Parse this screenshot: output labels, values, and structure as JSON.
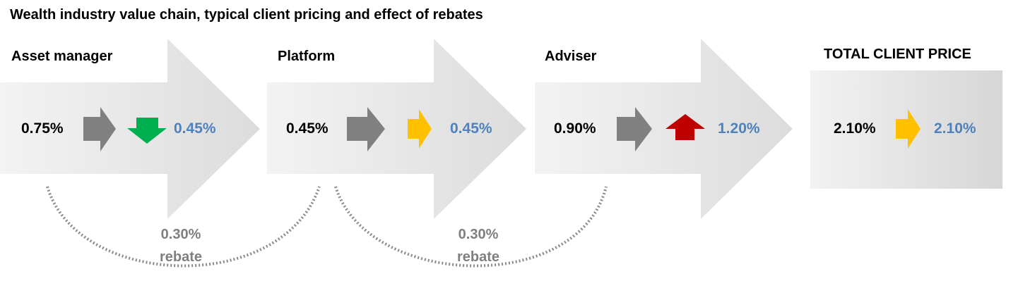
{
  "title": "Wealth industry value chain, typical client pricing and effect of rebates",
  "stages": [
    {
      "name": "Asset manager",
      "before": "0.75%",
      "after": "0.45%",
      "change_icon": "down-arrow-icon",
      "change_color": "#00B050"
    },
    {
      "name": "Platform",
      "before": "0.45%",
      "after": "0.45%",
      "change_icon": "right-arrow-icon",
      "change_color": "#FFC000"
    },
    {
      "name": "Adviser",
      "before": "0.90%",
      "after": "1.20%",
      "change_icon": "up-arrow-icon",
      "change_color": "#C00000"
    }
  ],
  "total": {
    "name": "TOTAL CLIENT PRICE",
    "before": "2.10%",
    "after": "2.10%",
    "change_icon": "right-arrow-icon",
    "change_color": "#FFC000"
  },
  "rebates": [
    {
      "amount": "0.30%",
      "label": "rebate"
    },
    {
      "amount": "0.30%",
      "label": "rebate"
    }
  ],
  "colors": {
    "neutral_arrow": "#808080",
    "value_blue": "#4F81BD",
    "rebate_text": "#7f7f7f",
    "arrow_fill": "#e6e6e6"
  }
}
